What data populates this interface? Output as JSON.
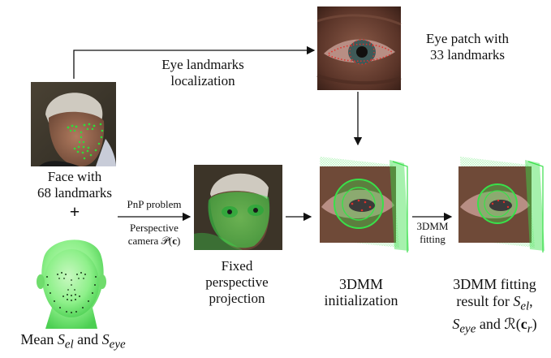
{
  "labels": {
    "eye_loc_line1": "Eye landmarks",
    "eye_loc_line2": "localization",
    "eye_patch_line1": "Eye patch with",
    "eye_patch_line2": "33 landmarks",
    "face_line1": "Face with",
    "face_line2": "68 landmarks",
    "plus": "+",
    "mean_prefix": "Mean",
    "and": "and",
    "pnp": "PnP problem",
    "persp_line1": "Perspective",
    "persp_line2": "camera",
    "fixed_line1": "Fixed",
    "fixed_line2": "perspective",
    "fixed_line3": "projection",
    "init_line1": "3DMM",
    "init_line2": "initialization",
    "fit_arrow_line1": "3DMM",
    "fit_arrow_line2": "fitting",
    "result_line1": "3DMM fitting",
    "result_line2": "result for",
    "result_and": "and"
  },
  "symbols": {
    "S": "S",
    "el": "el",
    "eye": "eye",
    "P": "𝒫",
    "c": "c",
    "R": "ℛ",
    "r": "r"
  },
  "colors": {
    "landmark_green": "#2fdc3a",
    "mesh_green": "#39e04a",
    "landmark_red": "#e0302a",
    "skin_dark": "#6f4a38",
    "head_green": "#8ef08a"
  }
}
